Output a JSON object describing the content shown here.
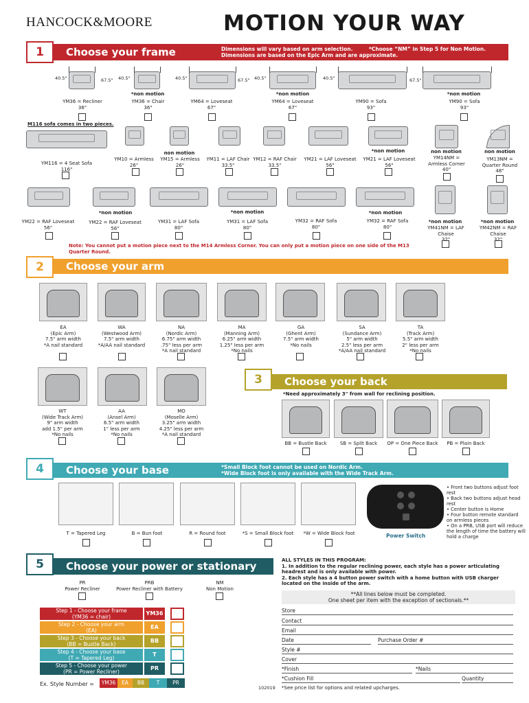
{
  "brand": "HANCOCK&MOORE",
  "title": "MOTION YOUR WAY",
  "colors": {
    "s1": "#c0272d",
    "s2": "#f0a02c",
    "s3": "#b5a22a",
    "s4": "#3fa9b4",
    "s5": "#1f5c63"
  },
  "sec1": {
    "num": "1",
    "label": "Choose your frame",
    "note1": "Dimensions will vary based on arm selection.",
    "note1b": "*Choose “NM” in Step 5 for Non Motion.",
    "note2": "Dimensions are based on the Epic Arm and are approximate.",
    "row1": [
      {
        "code": "YM36 = Recliner",
        "dim": "36\"",
        "nm": ""
      },
      {
        "code": "YM36 = Chair",
        "dim": "36\"",
        "nm": "*non motion"
      },
      {
        "code": "YM64 = Loveseat",
        "dim": "67\"",
        "nm": ""
      },
      {
        "code": "YM64 = Loveseat",
        "dim": "67\"",
        "nm": "*non motion"
      },
      {
        "code": "YM90 = Sofa",
        "dim": "93\"",
        "nm": ""
      },
      {
        "code": "YM90 = Sofa",
        "dim": "93\"",
        "nm": "*non motion"
      }
    ],
    "row1dims": [
      "40.5\"",
      "67.5\"",
      "40.5\"",
      "40.5\"",
      "67.5\"",
      "40.5\"",
      "40.5\"",
      "67.5\""
    ],
    "m116": "M116 sofa comes in two pieces.",
    "row2": [
      {
        "code": "YM116 = 4 Seat Sofa",
        "dim": "116\"",
        "nm": ""
      },
      {
        "code": "YM10 = Armless",
        "dim": "26\"",
        "nm": ""
      },
      {
        "code": "YM15 = Armless",
        "dim": "26\"",
        "nm": "non motion"
      },
      {
        "code": "YM11 = LAF Chair",
        "dim": "33.5\"",
        "nm": ""
      },
      {
        "code": "YM12 = RAF Chair",
        "dim": "33.5\"",
        "nm": ""
      },
      {
        "code": "YM21 = LAF Loveseat",
        "dim": "56\"",
        "nm": ""
      },
      {
        "code": "YM21 = LAF Loveseat",
        "dim": "56\"",
        "nm": "*non motion"
      },
      {
        "code": "YM14NM = Armless Corner",
        "dim": "40\"",
        "nm": "non motion"
      },
      {
        "code": "YM13NM = Quarter Round",
        "dim": "48\"",
        "nm": "non motion"
      }
    ],
    "row3": [
      {
        "code": "YM22 = RAF Loveseat",
        "dim": "56\"",
        "nm": ""
      },
      {
        "code": "YM22 = RAF Loveseat",
        "dim": "56\"",
        "nm": "*non motion"
      },
      {
        "code": "YM31 = LAF Sofa",
        "dim": "80\"",
        "nm": ""
      },
      {
        "code": "YM31 = LAF Sofa",
        "dim": "80\"",
        "nm": "*non motion"
      },
      {
        "code": "YM32 = RAF Sofa",
        "dim": "80\"",
        "nm": ""
      },
      {
        "code": "YM32 = RAF Sofa",
        "dim": "80\"",
        "nm": "*non motion"
      },
      {
        "code": "YM41NM = LAF Chaise",
        "dim": "32\"",
        "nm": "*non motion"
      },
      {
        "code": "YM42NM = RAF Chaise",
        "dim": "32\"",
        "nm": "*non motion"
      }
    ],
    "warning": "Note: You cannot put a motion piece next to the M14 Armless Corner. You can only put a motion piece on one side of the M13 Quarter Round."
  },
  "sec2": {
    "num": "2",
    "label": "Choose your arm",
    "arms": [
      {
        "name": "EA",
        "full": "(Epic Arm)",
        "w": "7.5\" arm width",
        "n": "*A nail standard",
        "x": ""
      },
      {
        "name": "WA",
        "full": "(Westwood Arm)",
        "w": "7.5\" arm width",
        "n": "*A/AA nail standard",
        "x": ""
      },
      {
        "name": "NA",
        "full": "(Nordic Arm)",
        "w": "6.75\" arm width",
        ".75": "",
        "n": ".75\" less per arm",
        "x": "*A nail standard"
      },
      {
        "name": "MA",
        "full": "(Manning Arm)",
        "w": "6.25\" arm width",
        "n": "1.25\" less per arm",
        "x": "*No nails"
      },
      {
        "name": "GA",
        "full": "(Ghent Arm)",
        "w": "7.5\" arm width",
        "n": "*No nails",
        "x": ""
      },
      {
        "name": "SA",
        "full": "(Sundance Arm)",
        "w": "5\" arm width",
        "n": "2.5\" less per arm",
        "x": "*A/AA nail standard"
      },
      {
        "name": "TA",
        "full": "(Track Arm)",
        "w": "5.5\" arm width",
        "n": "2\" less per arm",
        "x": "*No nails"
      }
    ],
    "arms2": [
      {
        "name": "WT",
        "full": "(Wide Track Arm)",
        "w": "9\" arm width",
        "n": "add 1.5\" per arm",
        "x": "*No nails"
      },
      {
        "name": "AA",
        "full": "(Ansel Arm)",
        "w": "6.5\" arm width",
        "n": "1\" less per arm",
        "x": "*No nails"
      },
      {
        "name": "MO",
        "full": "(Moselle Arm)",
        "w": "3.25\" arm width",
        "n": "4.25\" less per arm",
        "x": "*A nail standard"
      }
    ]
  },
  "sec3": {
    "num": "3",
    "label": "Choose your back",
    "note": "*Need approximately 3\" from wall for reclining position.",
    "backs": [
      "BB = Bustle Back",
      "SB = Split Back",
      "OP = One Piece Back",
      "PB = Plain Back"
    ]
  },
  "sec4": {
    "num": "4",
    "label": "Choose your base",
    "note1": "*Small Block foot cannot be used on Nordic Arm.",
    "note2": "*Wide Block foot is only available with the Wide Track Arm.",
    "bases": [
      "T = Tapered Leg",
      "B = Bun foot",
      "R = Round foot",
      "*S = Small Block foot",
      "*W = Wide Block foot"
    ],
    "power_switch": "Power Switch",
    "bullets": [
      "Front two buttons adjust foot rest",
      "Back two buttons adjust head rest",
      "Center button is Home",
      "Four button remote standard on armless pieces",
      "On a PRB, USB port will reduce the length of time the battery will hold a charge"
    ]
  },
  "sec5": {
    "num": "5",
    "label": "Choose your power or stationary",
    "opts": [
      {
        "code": "PR",
        "desc": "Power Recliner"
      },
      {
        "code": "PRB",
        "desc": "Power Recliner with Battery"
      },
      {
        "code": "NM",
        "desc": "Non Motion"
      }
    ],
    "all_styles": "ALL STYLES IN THIS PROGRAM:",
    "pt1": "1.  In addition to the regular reclining power, each style has a power articulating headrest and is only available with power.",
    "pt2": "2. Each style has a 4 button power switch with a home button with USB charger located on the inside of the arm.",
    "complete1": "**All lines below must be completed.",
    "complete2": "One sheet per item with the exception of sectionals.**"
  },
  "steps": [
    {
      "a": "Step 1 - Choose your frame",
      "b": "(YM36 = chair)",
      "v": "YM36"
    },
    {
      "a": "Step 2 - Choose your arm",
      "b": "(EA)",
      "v": "EA"
    },
    {
      "a": "Step 3 - Choose your back",
      "b": "(BB = Bustle Back)",
      "v": "BB"
    },
    {
      "a": "Step 4 - Choose your base",
      "b": "(T = Tapered Leg)",
      "v": "T"
    },
    {
      "a": "Step 5 - Choose your power",
      "b": "(PR = Power Recliner)",
      "v": "PR"
    }
  ],
  "example_label": "Ex. Style Number =",
  "example_vals": [
    "YM36",
    "EA",
    "BB",
    "T",
    "PR"
  ],
  "form": {
    "store": "Store",
    "contact": "Contact",
    "email": "Email",
    "date": "Date",
    "po": "Purchase Order #",
    "style": "Style #",
    "cover": "Cover",
    "finish": "*Finish",
    "nails": "*Nails",
    "cushion": "*Cushion Fill",
    "qty": "Quantity"
  },
  "footnote": "*See price list for options and related upcharges.",
  "code": "102019"
}
